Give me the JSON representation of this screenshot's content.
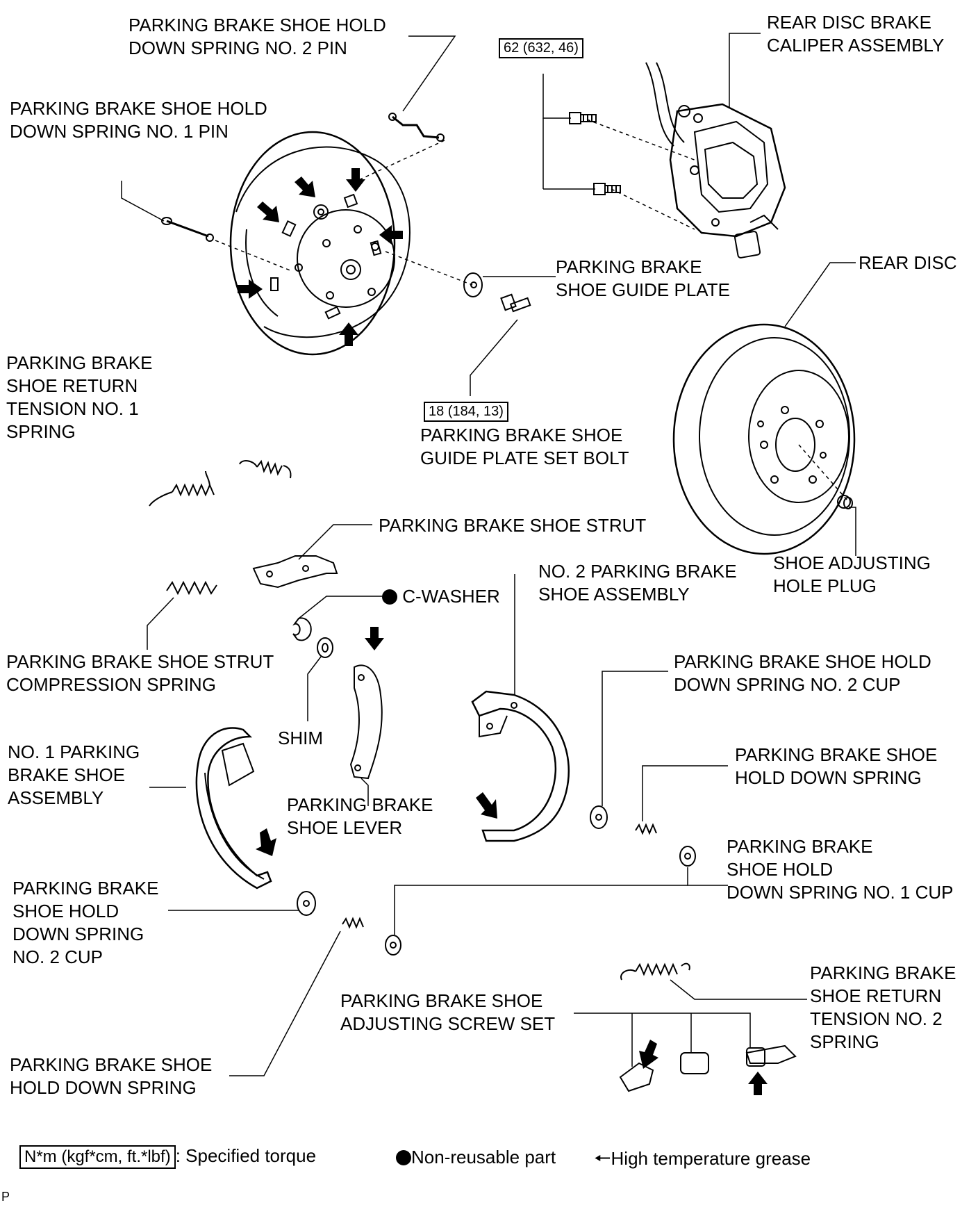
{
  "labels": {
    "pin2": "PARKING BRAKE SHOE HOLD\nDOWN SPRING NO. 2 PIN",
    "pin1": "PARKING BRAKE SHOE HOLD\nDOWN SPRING NO. 1 PIN",
    "caliper": "REAR DISC BRAKE\nCALIPER ASSEMBLY",
    "rear_disc": "REAR DISC",
    "guide_plate": "PARKING BRAKE\nSHOE GUIDE PLATE",
    "return_spring1": "PARKING BRAKE\nSHOE RETURN\nTENSION NO. 1\nSPRING",
    "guide_bolt": "PARKING BRAKE SHOE\nGUIDE PLATE SET BOLT",
    "strut": "PARKING BRAKE SHOE STRUT",
    "hole_plug": "SHOE ADJUSTING\nHOLE PLUG",
    "shoe2": "NO. 2 PARKING BRAKE\nSHOE ASSEMBLY",
    "c_washer": "C-WASHER",
    "strut_spring": "PARKING BRAKE SHOE STRUT\nCOMPRESSION SPRING",
    "cup2_right": "PARKING BRAKE SHOE HOLD\nDOWN SPRING NO. 2 CUP",
    "shim": "SHIM",
    "shoe1": "NO. 1 PARKING\nBRAKE SHOE\nASSEMBLY",
    "hold_spring_right": "PARKING BRAKE SHOE\nHOLD DOWN SPRING",
    "lever": "PARKING BRAKE\nSHOE LEVER",
    "cup1": "PARKING BRAKE\nSHOE HOLD\nDOWN SPRING NO. 1 CUP",
    "cup2_left": "PARKING BRAKE\nSHOE HOLD\nDOWN SPRING\nNO. 2 CUP",
    "return_spring2": "PARKING BRAKE\nSHOE RETURN\nTENSION NO. 2\nSPRING",
    "adjusting_screw": "PARKING BRAKE SHOE\nADJUSTING SCREW SET",
    "hold_spring_left": "PARKING BRAKE SHOE\nHOLD DOWN SPRING"
  },
  "torques": {
    "caliper_bolt": "62 (632, 46)",
    "guide_bolt": "18 (184, 13)"
  },
  "legend": {
    "torque_box": "N*m (kgf*cm, ft.*lbf)",
    "torque_text": ": Specified torque",
    "nonreusable": "Non-reusable part",
    "grease": "High temperature grease"
  },
  "figure_code": "P",
  "colors": {
    "line": "#000000",
    "background": "#ffffff"
  }
}
